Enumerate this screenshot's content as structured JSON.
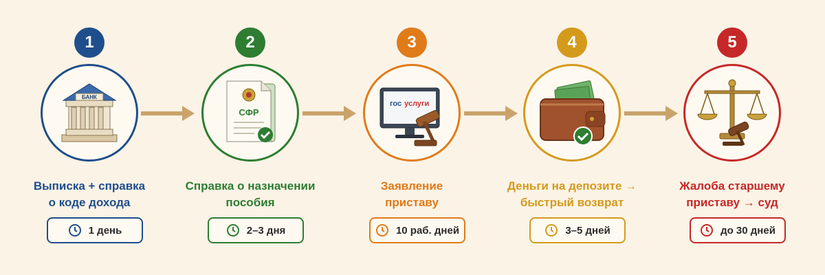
{
  "steps": [
    {
      "number": "1",
      "label": "Выписка + справка\nо коде дохода",
      "duration": "1 день",
      "color": "#1f4e8c",
      "icon": "bank-icon",
      "icon_text": "БАНК"
    },
    {
      "number": "2",
      "label": "Справка о назначении\nпособия",
      "duration": "2–3 дня",
      "color": "#2e7d32",
      "icon": "document-icon",
      "icon_text": "СФР"
    },
    {
      "number": "3",
      "label": "Заявление\nприставу",
      "duration": "10 раб. дней",
      "color": "#e07b1a",
      "icon": "monitor-gavel-icon",
      "icon_text_a": "гос",
      "icon_text_b": "услуги"
    },
    {
      "number": "4",
      "label": "Деньги на депозите →\nбыстрый возврат",
      "duration": "3–5 дней",
      "color": "#d49a1c",
      "icon": "wallet-icon"
    },
    {
      "number": "5",
      "label": "Жалоба старшему\nприставу → суд",
      "duration": "до 30 дней",
      "color": "#c62828",
      "icon": "scales-gavel-icon"
    }
  ],
  "connector_icon": "arrow-right-icon",
  "clock_icon": "clock-icon"
}
